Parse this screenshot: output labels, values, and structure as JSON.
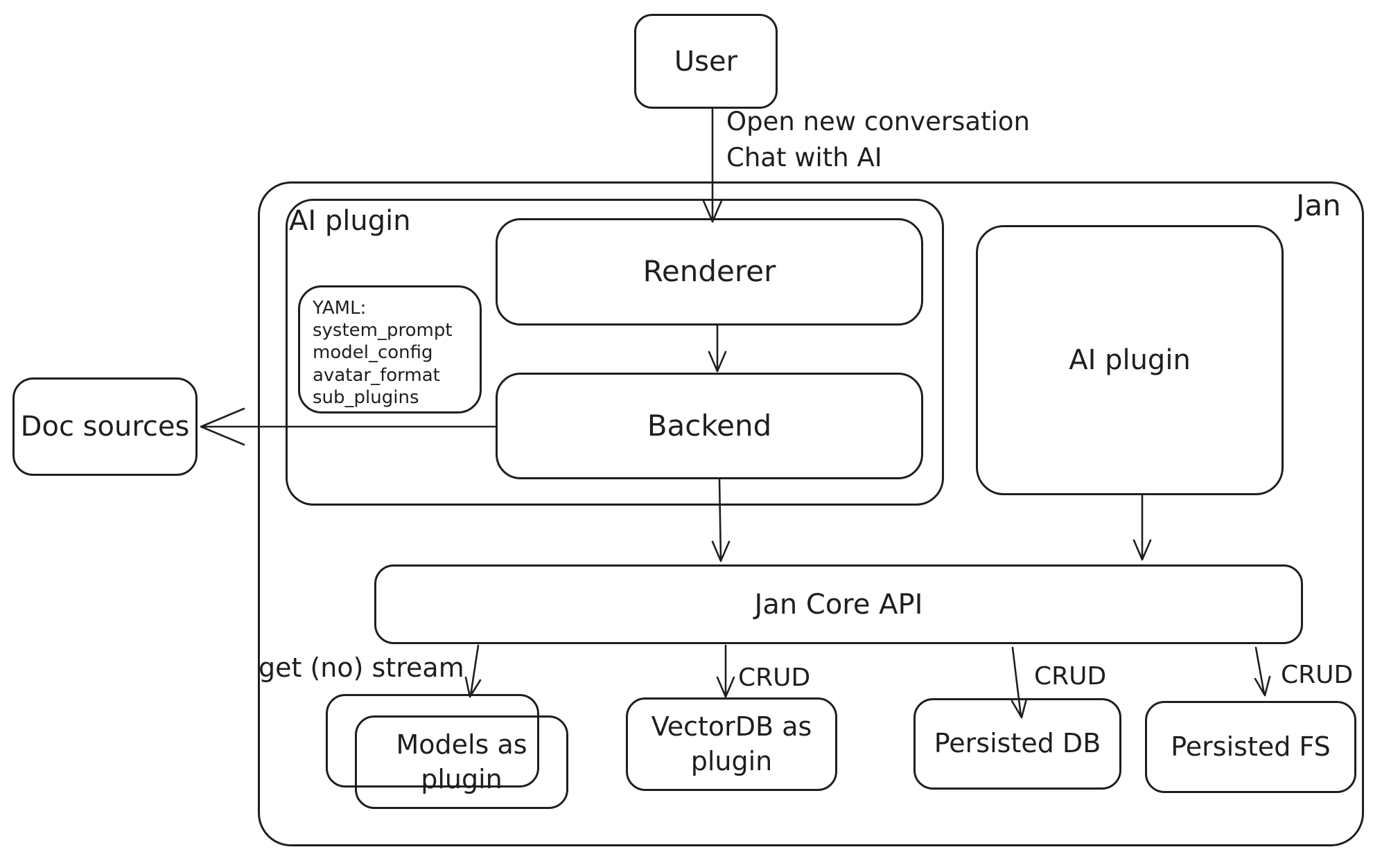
{
  "diagram": {
    "background": "#ffffff",
    "stroke_color": "#1e1e1e",
    "nodes": {
      "user": {
        "label": "User"
      },
      "jan_container": {
        "label": "Jan"
      },
      "ai_plugin_group": {
        "label": "AI plugin"
      },
      "renderer": {
        "label": "Renderer"
      },
      "backend": {
        "label": "Backend"
      },
      "yaml_note": {
        "lines": [
          "YAML:",
          "system_prompt",
          "model_config",
          "avatar_format",
          "sub_plugins"
        ]
      },
      "ai_plugin_box": {
        "label": "AI plugin"
      },
      "doc_sources": {
        "label": "Doc sources"
      },
      "jan_core_api": {
        "label": "Jan Core API"
      },
      "models_as_plugin": {
        "label": "Models as plugin"
      },
      "vectordb_as_plugin": {
        "label": "VectorDB as plugin"
      },
      "persisted_db": {
        "label": "Persisted DB"
      },
      "persisted_fs": {
        "label": "Persisted FS"
      }
    },
    "edge_labels": {
      "user_to_app_line1": "Open new conversation",
      "user_to_app_line2": "Chat with AI",
      "core_to_models": "get (no) stream",
      "core_to_vectordb": "CRUD",
      "core_to_persisted_db": "CRUD",
      "core_to_persisted_fs": "CRUD"
    }
  }
}
